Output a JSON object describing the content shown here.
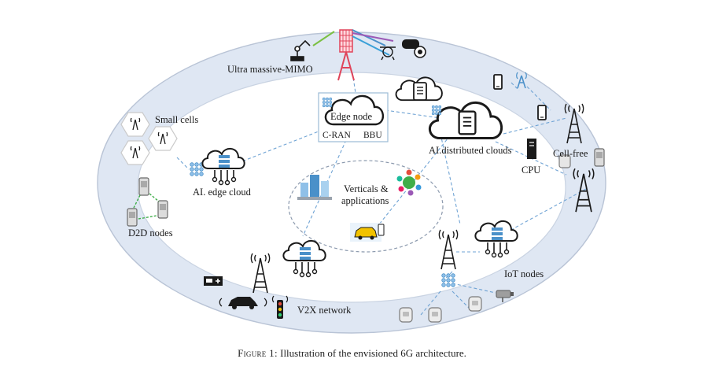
{
  "labels": {
    "ultra_mimo": "Ultra massive-MIMO",
    "small_cells": "Small cells",
    "edge_node": "Edge node",
    "cran": "C-RAN",
    "bbu": "BBU",
    "ai_distributed_clouds": "AI.distributed clouds",
    "cpu": "CPU",
    "cell_free": "Cell-free",
    "ai_edge_cloud": "AI. edge cloud",
    "verticals_line1": "Verticals &",
    "verticals_line2": "applications",
    "d2d_nodes": "D2D nodes",
    "iot_nodes": "IoT nodes",
    "v2x_network": "V2X network"
  },
  "caption": {
    "prefix": "Figure 1:",
    "text": " Illustration of the envisioned 6G architecture."
  },
  "colors": {
    "outer_ring": "#dfe7f3",
    "inner_fill": "#ffffff",
    "link_dashed": "#6fa3d4",
    "d2d_link": "#3fae49",
    "mimo_mast": "#e0445a",
    "ai_node": "#4a90c9"
  }
}
